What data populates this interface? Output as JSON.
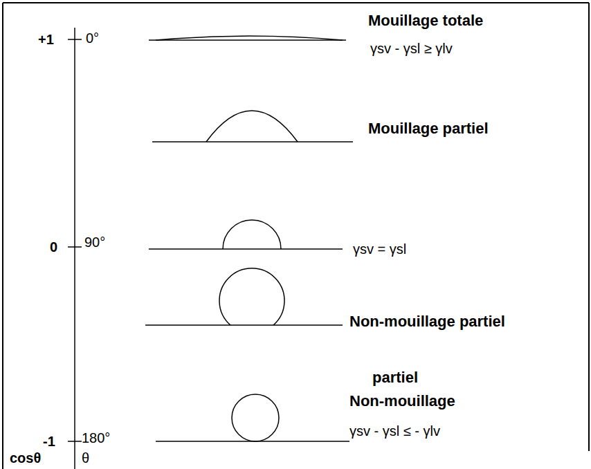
{
  "diagram": {
    "labels": [
      "+1",
      "0°",
      "Mouillage totale",
      "γsv - γsl ≥ γlv",
      "Mouillage partiel",
      "0",
      "90°",
      "γsv = γsl",
      "Non-mouillage partiel",
      "partiel",
      "Non-mouillage",
      "-1",
      "180°",
      "γsv - γsl ≤ - γlv",
      "cosθ",
      "θ"
    ]
  }
}
